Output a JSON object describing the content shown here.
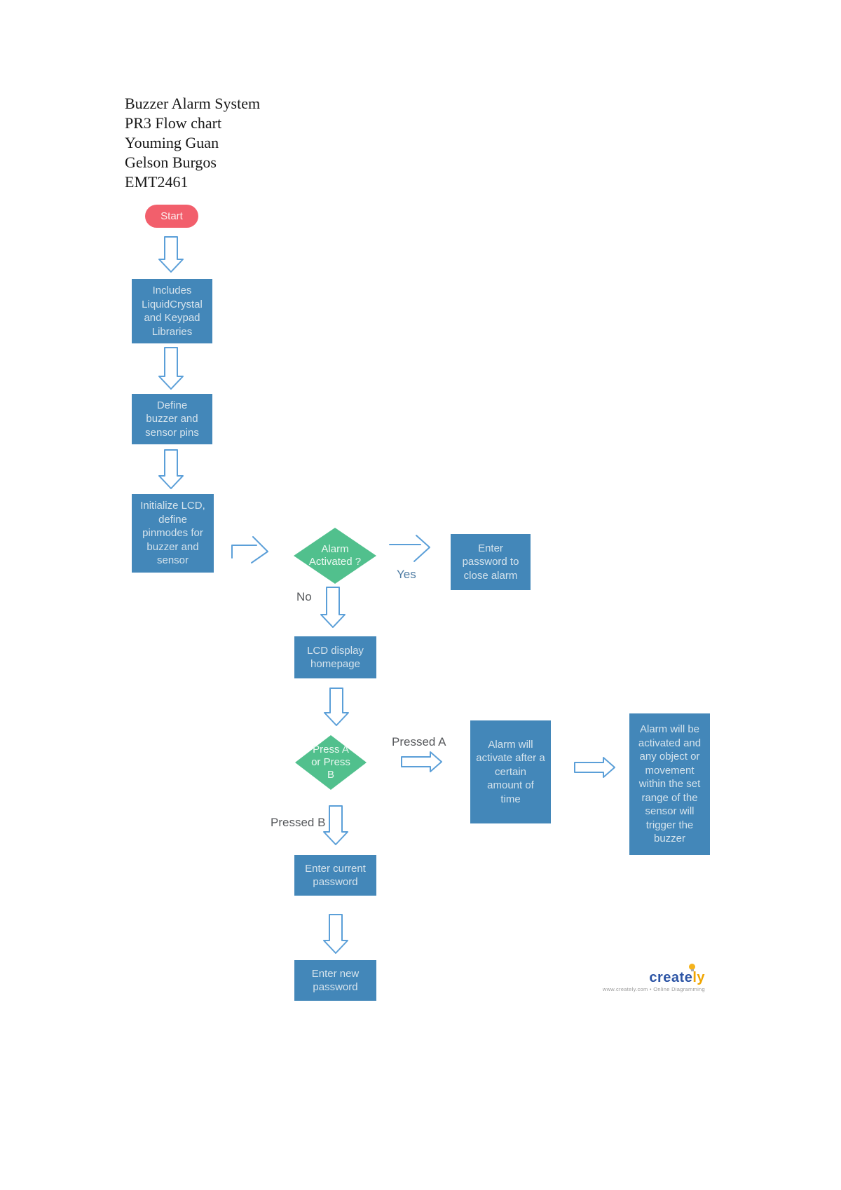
{
  "title_block": {
    "lines": [
      "Buzzer Alarm System",
      "PR3 Flow chart",
      "Youming Guan",
      "Gelson Burgos",
      "EMT2461"
    ]
  },
  "flowchart": {
    "start": {
      "label": "Start"
    },
    "process_nodes": {
      "includes_libraries": {
        "label": "Includes LiquidCrystal and Keypad Libraries"
      },
      "define_pins": {
        "label": "Define buzzer and sensor pins"
      },
      "initialize_lcd": {
        "label": "Initialize LCD, define pinmodes for buzzer and sensor"
      },
      "enter_password_close_alarm": {
        "label": "Enter password to close alarm"
      },
      "lcd_display_homepage": {
        "label": "LCD display homepage"
      },
      "alarm_activate_after_time": {
        "label": "Alarm will activate after a certain amount of time"
      },
      "alarm_triggered_by_motion": {
        "label": "Alarm will be activated and any object or movement within the set range of the sensor will trigger the buzzer"
      },
      "enter_current_password": {
        "label": "Enter current password"
      },
      "enter_new_password": {
        "label": "Enter new password"
      }
    },
    "decision_nodes": {
      "alarm_activated": {
        "label": "Alarm Activated ?"
      },
      "press_a_or_b": {
        "label": "Press A or Press B"
      }
    },
    "edge_labels": {
      "yes": "Yes",
      "no": "No",
      "pressed_a": "Pressed A",
      "pressed_b": "Pressed B"
    },
    "colors": {
      "process_fill": "#4387b9",
      "decision_fill": "#51c08d",
      "start_fill": "#f25f6c",
      "arrow_stroke": "#5b9fd8"
    }
  },
  "watermark": {
    "brand_blue": "create",
    "brand_orange": "ly",
    "tagline": "www.creately.com • Online Diagramming"
  }
}
